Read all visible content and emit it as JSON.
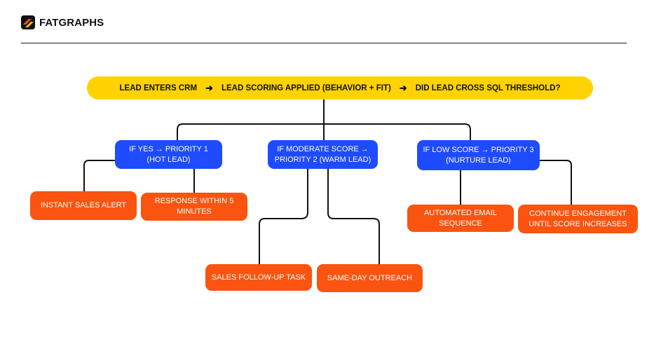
{
  "brand": {
    "name": "FATGRAPHS",
    "logo_icon": "fatgraphs-logo-icon",
    "colors": {
      "logo_bg": "#111111",
      "logo_stripe_1": "#ff5a1f",
      "logo_stripe_2": "#ffc400"
    }
  },
  "colors": {
    "banner": "#ffd200",
    "priority_node": "#1f4bff",
    "action_node": "#fa5410",
    "connector": "#111111"
  },
  "flow": {
    "step_1": "LEAD ENTERS CRM",
    "arrow_1": "➜",
    "step_2": "LEAD SCORING APPLIED (BEHAVIOR + FIT)",
    "arrow_2": "➜",
    "step_3": "DID LEAD CROSS SQL THRESHOLD?"
  },
  "priorities": [
    {
      "line1": "IF YES → PRIORITY 1",
      "line2": "(HOT LEAD)",
      "actions": [
        {
          "line1": "INSTANT SALES ALERT",
          "line2": ""
        },
        {
          "line1": "RESPONSE WITHIN 5",
          "line2": "MINUTES"
        }
      ]
    },
    {
      "line1": "IF MODERATE SCORE →",
      "line2": "PRIORITY 2 (WARM LEAD)",
      "actions": [
        {
          "line1": "SALES FOLLOW-UP TASK",
          "line2": ""
        },
        {
          "line1": "SAME-DAY OUTREACH",
          "line2": ""
        }
      ]
    },
    {
      "line1": "IF LOW SCORE → PRIORITY 3",
      "line2": "(NURTURE LEAD)",
      "actions": [
        {
          "line1": "AUTOMATED EMAIL",
          "line2": "SEQUENCE"
        },
        {
          "line1": "CONTINUE ENGAGEMENT",
          "line2": "UNTIL SCORE INCREASES"
        }
      ]
    }
  ]
}
